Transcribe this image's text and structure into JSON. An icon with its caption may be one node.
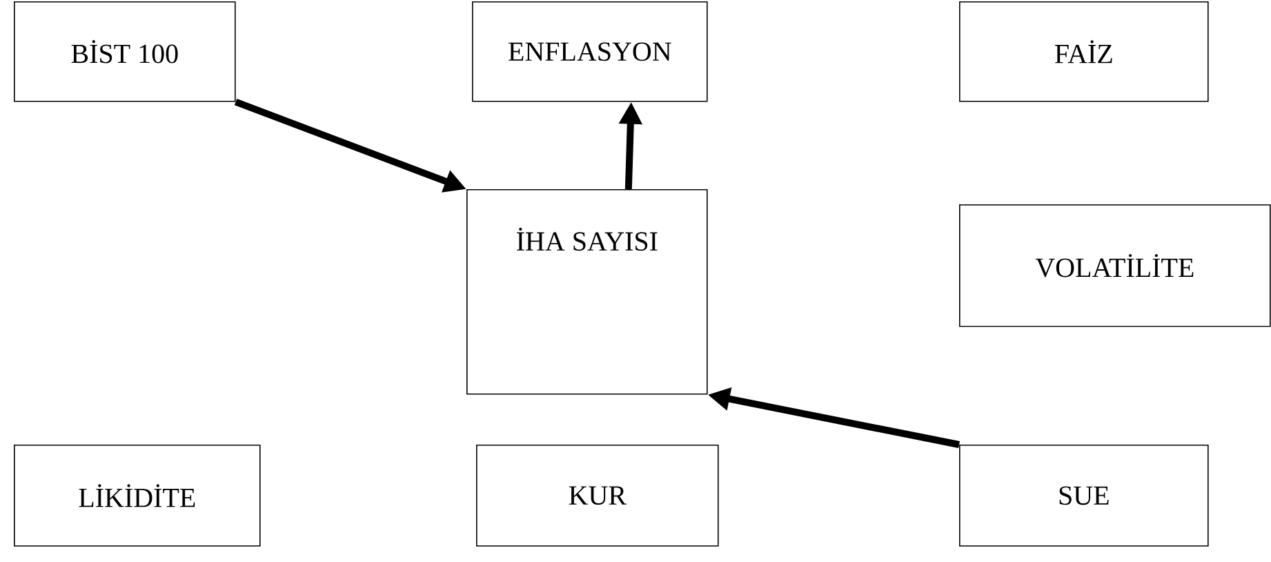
{
  "diagram": {
    "nodes": [
      {
        "text": [
          "BİST 100"
        ]
      },
      {
        "text": [
          "ENFLASYON"
        ]
      },
      {
        "text": [
          "FAİZ"
        ]
      },
      {
        "text": [
          "VOLATİLİTE"
        ]
      },
      {
        "text": [
          "İHA SAYISI"
        ]
      },
      {
        "text": [
          "LİKİDİTE"
        ]
      },
      {
        "text": [
          "KUR"
        ]
      },
      {
        "text": [
          "SUE"
        ]
      }
    ],
    "edges": [
      {
        "from": 0,
        "to": 4,
        "arrow": "to"
      },
      {
        "from": 4,
        "to": 1,
        "arrow": "to"
      },
      {
        "from": 7,
        "to": 4,
        "arrow": "to"
      }
    ]
  }
}
